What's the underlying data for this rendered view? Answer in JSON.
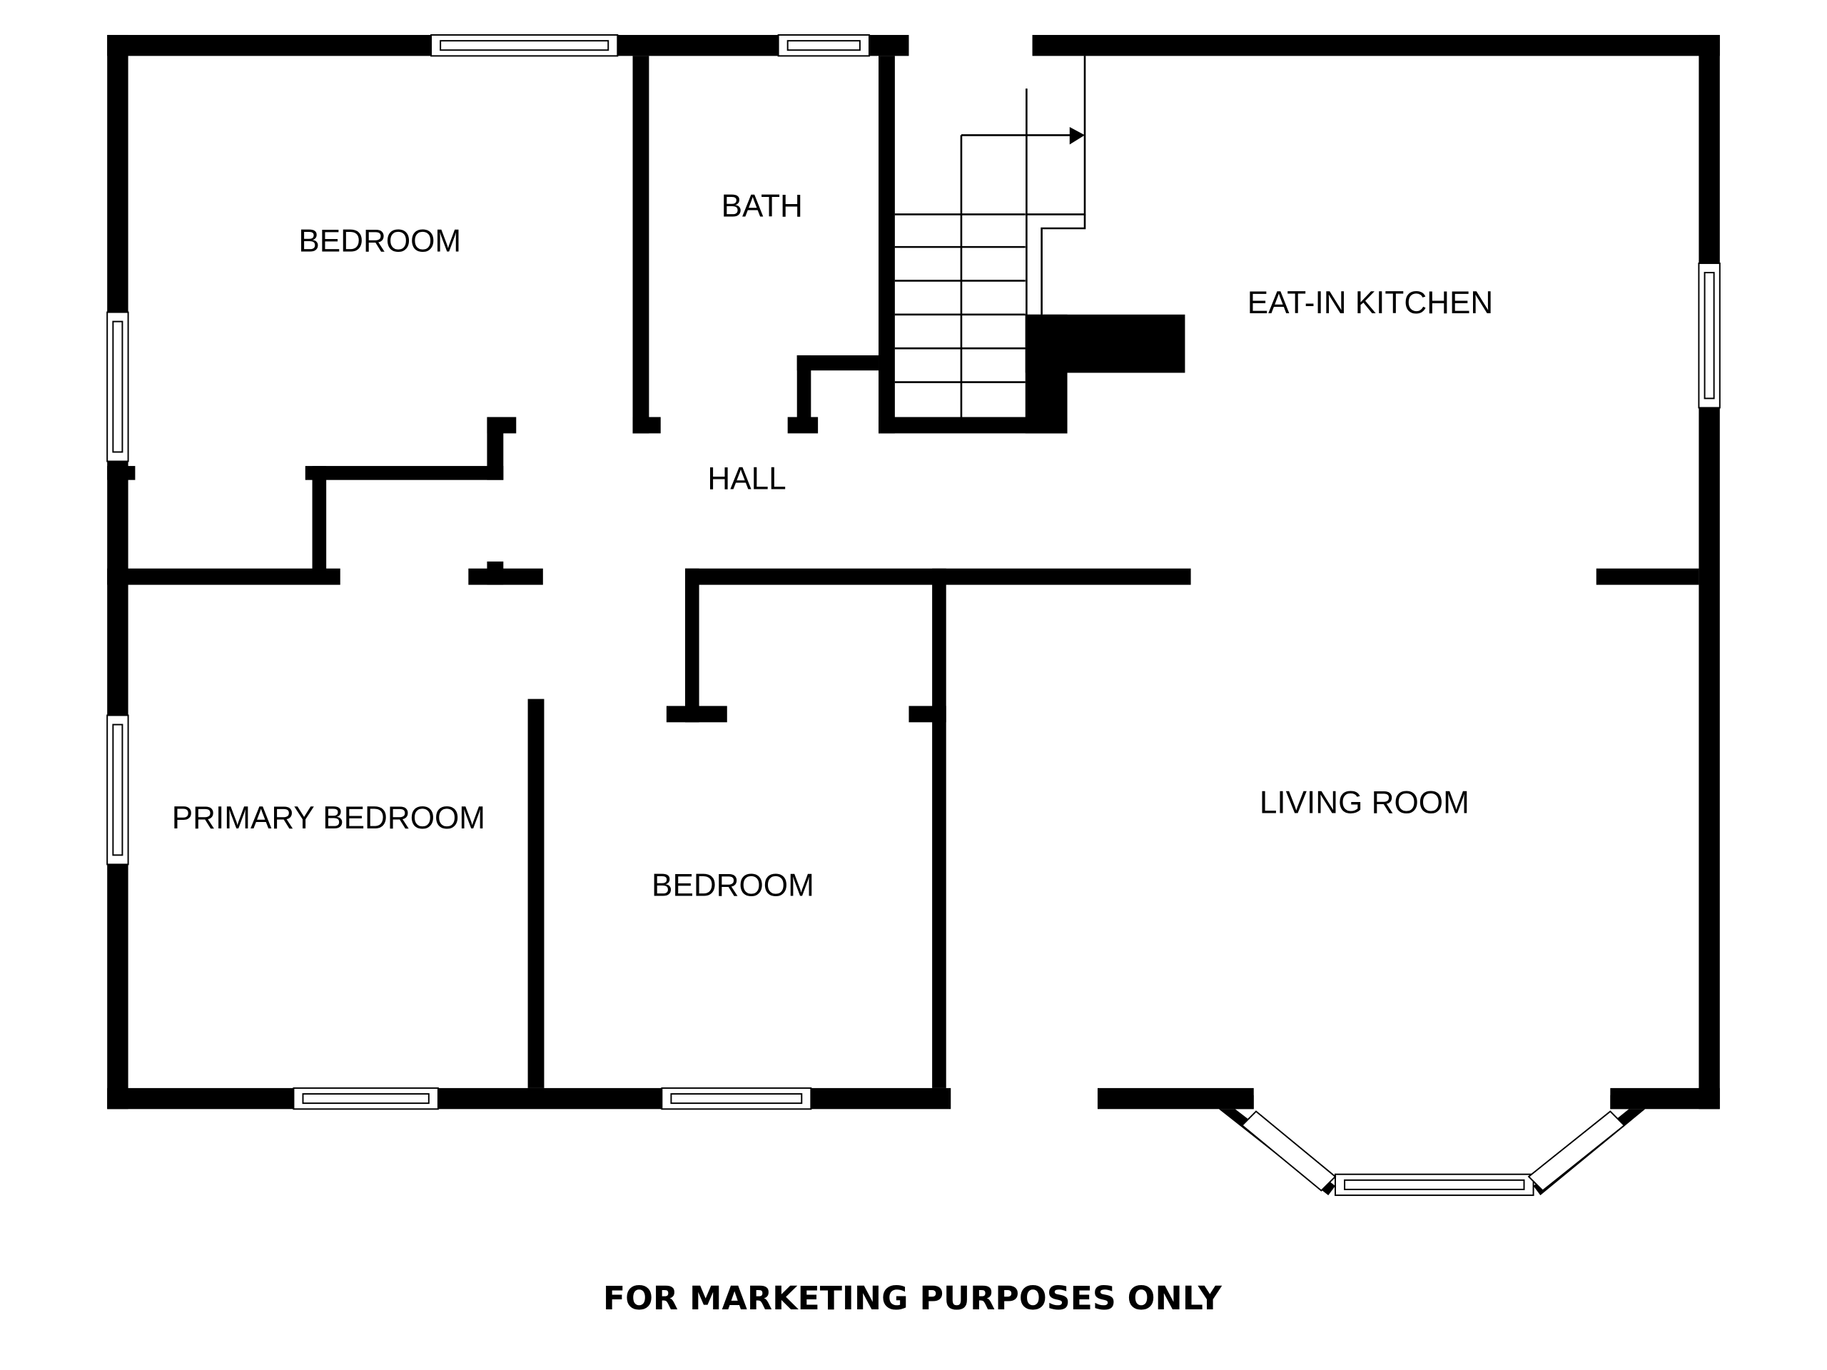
{
  "rooms": {
    "bedroom_top": "BEDROOM",
    "bath": "BATH",
    "kitchen": "EAT-IN KITCHEN",
    "hall": "HALL",
    "primary_bedroom": "PRIMARY BEDROOM",
    "bedroom_bottom": "BEDROOM",
    "living_room": "LIVING ROOM"
  },
  "footer": "FOR MARKETING PURPOSES ONLY"
}
